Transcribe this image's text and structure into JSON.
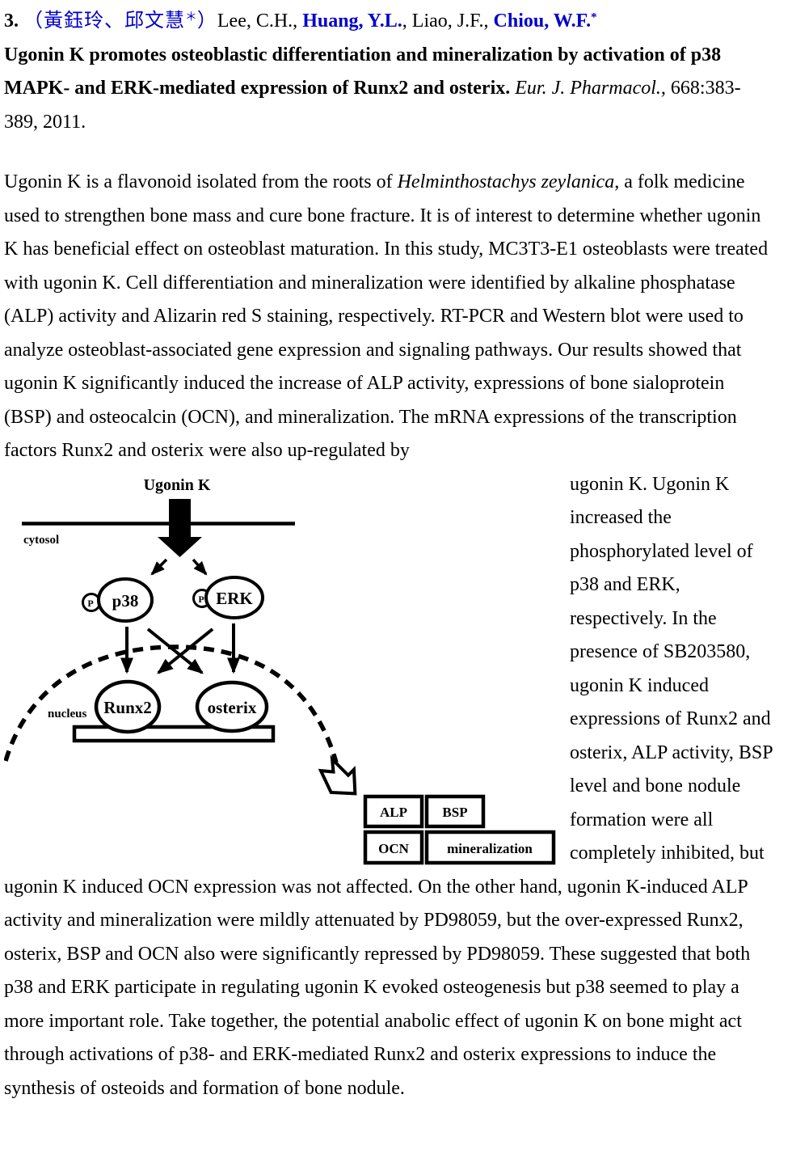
{
  "colors": {
    "accent_blue": "#0000CC",
    "text_black": "#000000",
    "diagram_stroke": "#000000",
    "diagram_fill": "#ffffff"
  },
  "header": {
    "authors_runs": [
      {
        "t": "3.",
        "s": "b"
      },
      {
        "t": "  ",
        "s": ""
      },
      {
        "t": "（黃鈺玲、邱文慧",
        "s": "blue cjk"
      },
      {
        "t": "＊",
        "s": "blue sup"
      },
      {
        "t": "）",
        "s": "blue cjk"
      },
      {
        "t": "Lee, C.H., ",
        "s": ""
      },
      {
        "t": "Huang, Y.L.",
        "s": "blue b"
      },
      {
        "t": ", Liao, J.F., ",
        "s": ""
      },
      {
        "t": "Chiou, W.F.",
        "s": "blue b"
      },
      {
        "t": "*",
        "s": "blue b sup"
      }
    ],
    "title_runs": [
      {
        "t": "Ugonin K promotes osteoblastic differentiation and mineralization by activation of p38 MAPK- and ERK-mediated expression of Runx2 and osterix. ",
        "s": "b"
      },
      {
        "t": "Eur. J. Pharmacol.,",
        "s": "i"
      },
      {
        "t": " 668:383-389, 2011.",
        "s": ""
      }
    ]
  },
  "abstract": {
    "part1_runs": [
      {
        "t": "Ugonin K is a flavonoid isolated from the roots of ",
        "s": ""
      },
      {
        "t": "Helminthostachys zeylanica",
        "s": "i"
      },
      {
        "t": ", a folk medicine used to strengthen bone mass and cure bone fracture. It is of interest to determine whether ugonin K has beneficial effect on osteoblast maturation. In this study, MC3T3-E1 osteoblasts were treated with ugonin K. Cell differentiation and mineralization were identified by alkaline phosphatase (ALP) activity and Alizarin red S staining, respectively. RT-PCR and Western blot were used to analyze osteoblast-associated gene expression and signaling pathways. Our results showed that ugonin K significantly induced the increase of ALP activity, expressions of bone sialoprotein (BSP) and osteocalcin (OCN), and mineralization. The mRNA expressions of the transcription factors Runx2 and osterix were also up-regulated by",
        "s": ""
      }
    ],
    "part2_runs": [
      {
        "t": "ugonin K. Ugonin K increased the phosphorylated level of p38 and ERK, respectively. In the presence of SB203580, ugonin K induced expressions of Runx2 and osterix, ALP activity, BSP level and bone nodule formation were all completely inhibited, but ugonin K induced OCN expression was not affected. On the other hand, ugonin K-induced ALP activity and mineralization were mildly attenuated by PD98059, but the over-expressed Runx2, osterix, BSP and OCN also were significantly repressed by PD98059. These suggested that both p38 and ERK participate in regulating ugonin K evoked osteogenesis but p38 seemed to play a more important role. Take together, the potential anabolic effect of ugonin K on bone might act through activations of p38- and ERK-mediated Runx2 and osterix expressions to induce the synthesis of osteoids and formation of bone nodule.",
        "s": ""
      }
    ]
  },
  "diagram": {
    "stimulus_label": "Ugonin K",
    "cytosol_label": "cytosol",
    "nucleus_label": "nucleus",
    "p38_label": "p38",
    "erk_label": "ERK",
    "phospho_badge": "P",
    "runx2_label": "Runx2",
    "osterix_label": "osterix",
    "outputs": {
      "alp": "ALP",
      "bsp": "BSP",
      "ocn": "OCN",
      "mineralization": "mineralization"
    }
  }
}
